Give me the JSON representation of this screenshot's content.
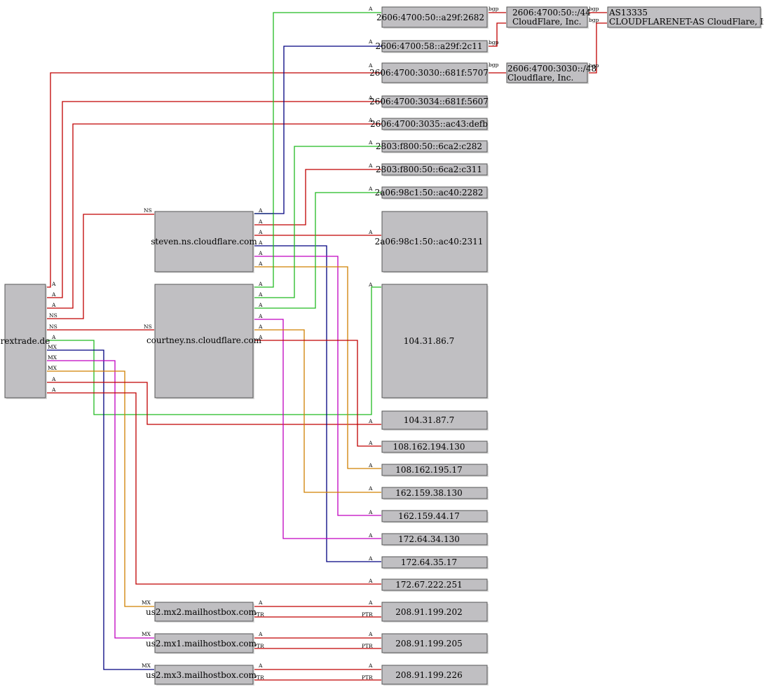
{
  "colors": {
    "red": "#c00000",
    "green": "#22bb22",
    "blue": "#000080",
    "magenta": "#c000c0",
    "orange": "#d08000"
  },
  "nodes": {
    "rextrade": "rextrade.de",
    "steven": "steven.ns.cloudflare.com",
    "courtney": "courtney.ns.cloudflare.com",
    "mx2": "us2.mx2.mailhostbox.com",
    "mx1": "us2.mx1.mailhostbox.com",
    "mx3": "us2.mx3.mailhostbox.com",
    "v6_a29f_2682": "2606:4700:50::a29f:2682",
    "v6_a29f_2c11": "2606:4700:58::a29f:2c11",
    "v6_681f_5707": "2606:4700:3030::681f:5707",
    "v6_681f_5607": "2606:4700:3034::681f:5607",
    "v6_ac43_defb": "2606:4700:3035::ac43:defb",
    "v6_6ca2_c282": "2803:f800:50::6ca2:c282",
    "v6_6ca2_c311": "2803:f800:50::6ca2:c311",
    "v6_ac40_2282": "2a06:98c1:50::ac40:2282",
    "v6_ac40_2311": "2a06:98c1:50::ac40:2311",
    "ip_104_31_86_7": "104.31.86.7",
    "ip_104_31_87_7": "104.31.87.7",
    "ip_108_162_194_130": "108.162.194.130",
    "ip_108_162_195_17": "108.162.195.17",
    "ip_162_159_38_130": "162.159.38.130",
    "ip_162_159_44_17": "162.159.44.17",
    "ip_172_64_34_130": "172.64.34.130",
    "ip_172_64_35_17": "172.64.35.17",
    "ip_172_67_222_251": "172.67.222.251",
    "ip_208_91_199_202": "208.91.199.202",
    "ip_208_91_199_205": "208.91.199.205",
    "ip_208_91_199_226": "208.91.199.226",
    "prefix_50_44_l1": "2606:4700:50::/44",
    "prefix_50_44_l2": "CloudFlare, Inc.",
    "prefix_3030_48_l1": "2606:4700:3030::/48",
    "prefix_3030_48_l2": "Cloudflare, Inc.",
    "as13335_l1": "AS13335",
    "as13335_l2": "CLOUDFLARENET-AS CloudFlare, Inc."
  },
  "edge_labels": {
    "A": "A",
    "NS": "NS",
    "MX": "MX",
    "PTR": "PTR",
    "bgp": "bgp"
  }
}
